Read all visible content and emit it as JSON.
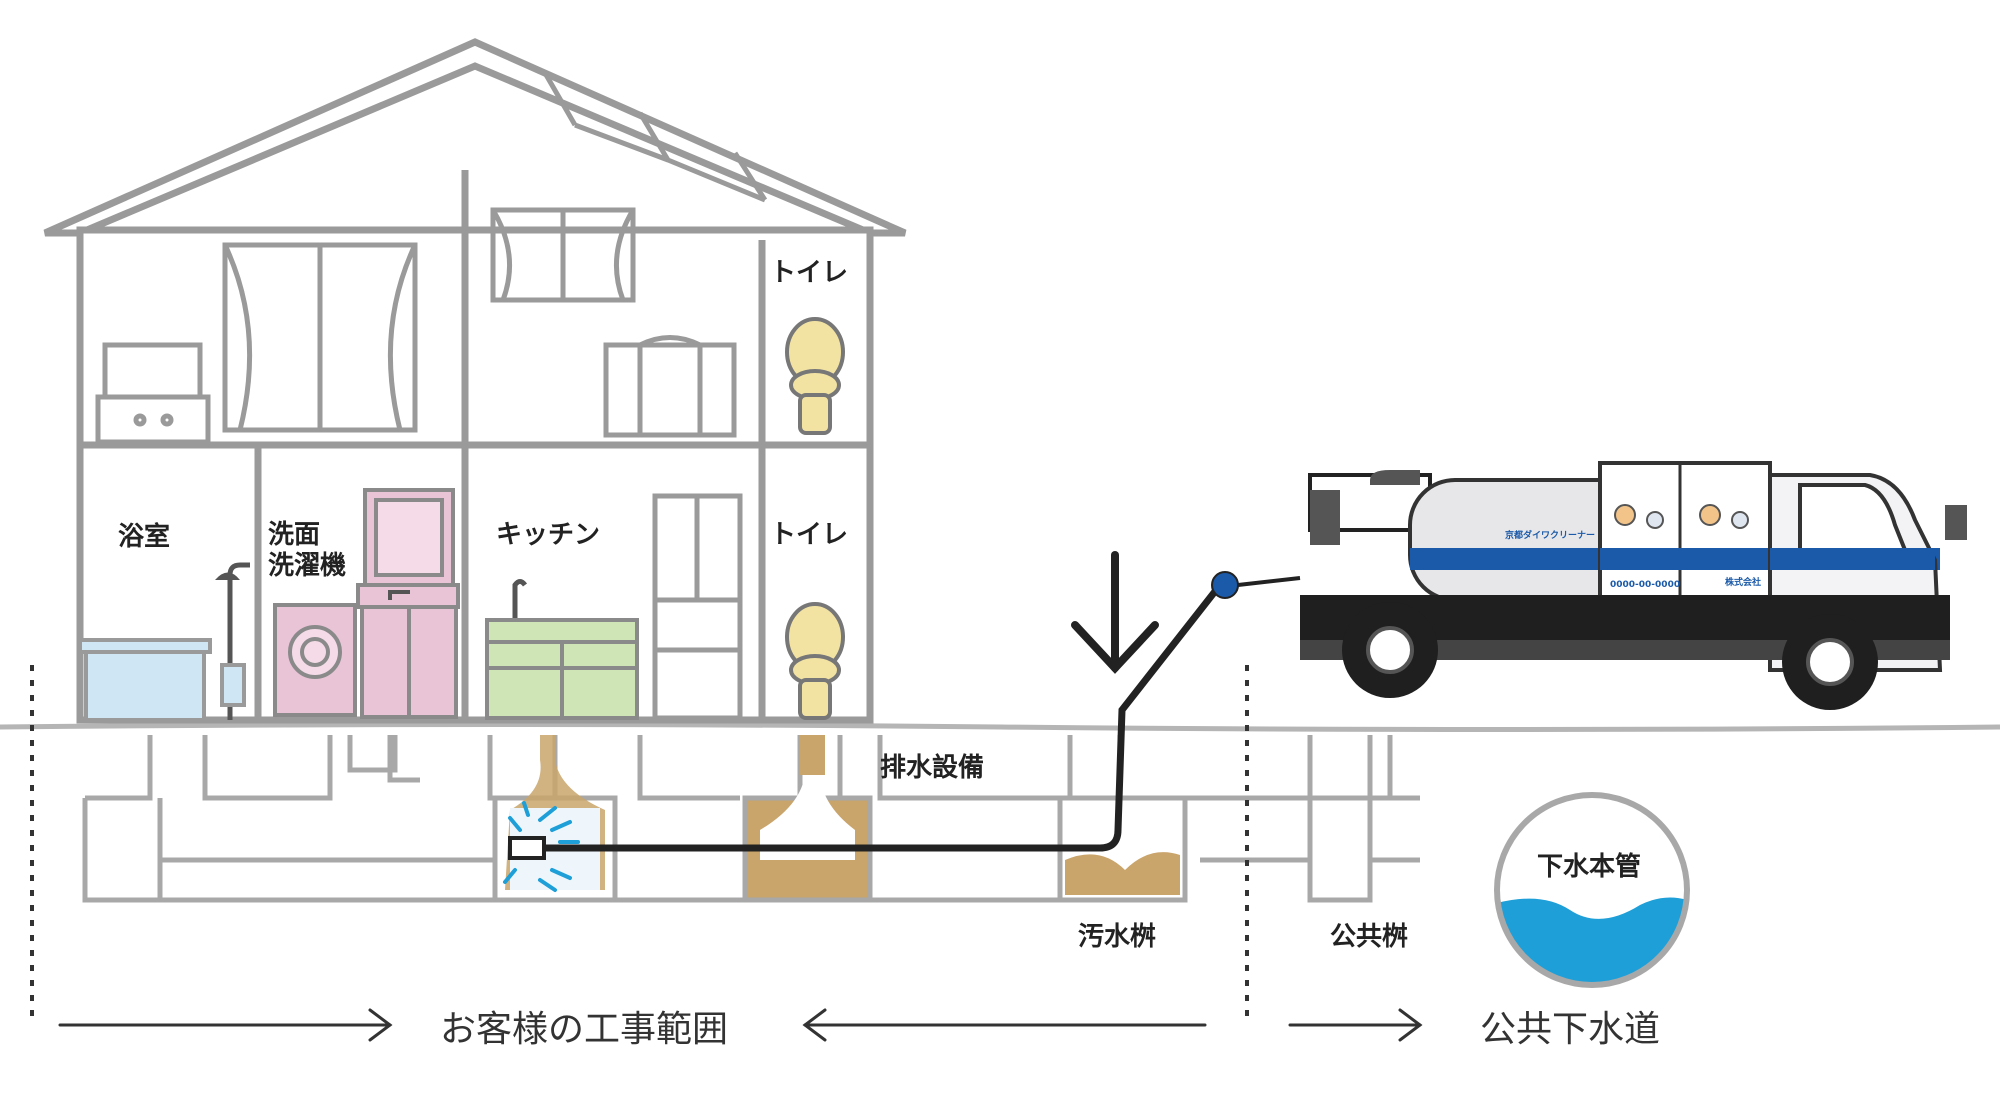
{
  "rooms": {
    "bath": "浴室",
    "washroom": "洗面\n洗濯機",
    "kitchen": "キッチン",
    "toilet_upper": "トイレ",
    "toilet_lower": "トイレ"
  },
  "drainage": {
    "facility_label": "排水設備",
    "sewage_basin_label": "汚水桝",
    "public_basin_label": "公共桝",
    "main_pipe_label": "下水本管"
  },
  "scope": {
    "customer_work_label": "お客様の工事範囲",
    "public_sewer_label": "公共下水道"
  },
  "truck": {
    "company_text": "京都ダイワクリーナー",
    "phone_text": "0000-00-0000",
    "small_text": "株式会社"
  },
  "colors": {
    "outline": "#9a9a9a",
    "sludge": "#c9a46b",
    "water": "#1e9fd8",
    "truck_stripe": "#1b5aa8",
    "bath": "#cfe6f5",
    "washroom": "#e9c3d6",
    "kitchen": "#cfe5b5",
    "toilet": "#f3e3a3"
  }
}
